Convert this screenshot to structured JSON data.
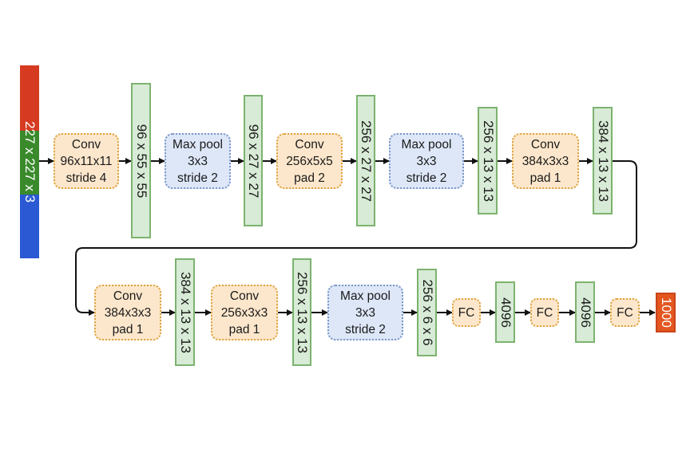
{
  "colors": {
    "input_red": "#d63b22",
    "input_green": "#3a8a2c",
    "input_blue": "#2b59d3",
    "conv_fill": "#fde7cc",
    "conv_border": "#dda33c",
    "pool_fill": "#dde7f8",
    "pool_border": "#7b95c7",
    "shape_fill": "#d8ebd6",
    "shape_border": "#7cb36f",
    "output_fill": "#e4561f"
  },
  "input": {
    "label": "227 x 227 x 3"
  },
  "row1": {
    "conv1": {
      "l1": "Conv",
      "l2": "96x11x11",
      "l3": "stride 4"
    },
    "shape1": "96 x 55 x 55",
    "pool1": {
      "l1": "Max pool",
      "l2": "3x3",
      "l3": "stride 2"
    },
    "shape2": "96 x 27 x 27",
    "conv2": {
      "l1": "Conv",
      "l2": "256x5x5",
      "l3": "pad 2"
    },
    "shape3": "256 x 27 x 27",
    "pool2": {
      "l1": "Max pool",
      "l2": "3x3",
      "l3": "stride 2"
    },
    "shape4": "256 x 13 x 13",
    "conv3": {
      "l1": "Conv",
      "l2": "384x3x3",
      "l3": "pad 1"
    },
    "shape5": "384 x 13 x 13"
  },
  "row2": {
    "conv4": {
      "l1": "Conv",
      "l2": "384x3x3",
      "l3": "pad 1"
    },
    "shape6": "384 x 13 x 13",
    "conv5": {
      "l1": "Conv",
      "l2": "256x3x3",
      "l3": "pad 1"
    },
    "shape7": "256 x 13 x 13",
    "pool3": {
      "l1": "Max pool",
      "l2": "3x3",
      "l3": "stride 2"
    },
    "shape8": "256 x 6 x 6",
    "fc1": "FC",
    "shape9": "4096",
    "fc2": "FC",
    "shape10": "4096",
    "fc3": "FC"
  },
  "output": {
    "label": "1000"
  }
}
